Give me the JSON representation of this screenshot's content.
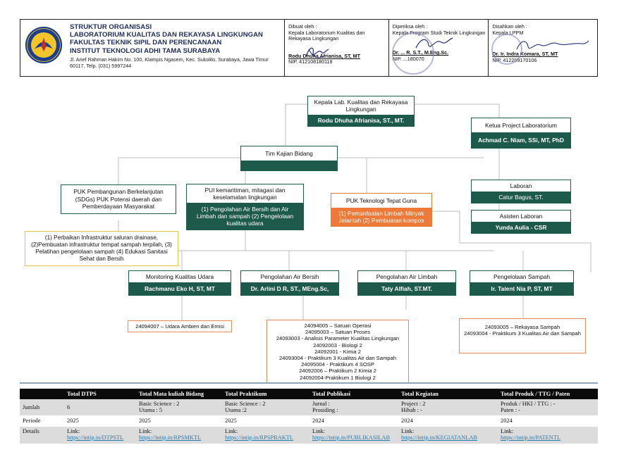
{
  "header": {
    "title_lines": [
      "STRUKTUR ORGANISASI",
      "LABORATORIUM KUALITAS DAN REKAYASA LINGKUNGAN",
      "FAKULTAS TEKNIK SIPIL DAN PERENCANAAN",
      "INSTITUT TEKNOLOGI ADHI TAMA SURABAYA"
    ],
    "address": "Jl. Arief Rahman Hakim No. 100, Klampis Ngasem, Kec. Sukolilo, Surabaya, Jawa Timur 60117, Telp. (031) 5997244",
    "logo_text": "INSTITUT TEKNOLOGI ADHI TAMA SURABAYA",
    "made_by": {
      "label": "Dibuat oleh :",
      "role": "Kepala Laboratorium Kualitas dan Rekayasa Lingkungan",
      "name": "Rodu Dhuha Afrianisa, ST, MT",
      "nip": "NIP. 412108180118"
    },
    "checked_by": {
      "label": "Diperiksa oleh :",
      "role": "Kepala Program Studi Teknik Lingkungan",
      "name": "Dr. ... R. S.T., M.Eng.Sc.",
      "nip": "NIP. ...180070"
    },
    "approved_by": {
      "label": "Disahkan oleh :",
      "role": "Kepala LPPM",
      "name": "Dr. Ir. Indra Komara, ST, MT",
      "nip": "NIP. 412209170106"
    }
  },
  "org": {
    "head": {
      "title": "Kepala Lab. Kualitas dan Rekayasa Lingkungan",
      "name": "Rodu Dhuha Afrianisa, ST., MT."
    },
    "project": {
      "title": "Ketua Project Laboratorium",
      "name": "Achmad C. Niam, SSi, MT, PhD"
    },
    "kajian": {
      "title": "Tim Kajian Bidang"
    },
    "laboran": {
      "title": "Laboran",
      "name": "Catur Bagus, ST."
    },
    "asisten": {
      "title": "Asisten Laboran",
      "name": "Yunda Aulia - CSR"
    },
    "puk_sdg": {
      "title": "PUK Pembangunan Berkelanjutan (SDGs) PUK Potensi daerah dan Pemberdayaan Masyarakat"
    },
    "pui": {
      "title": "PUI kemaritiman, mitagasi dan keselamatan lingkungan",
      "detail": "(1) Pengolahan Air Bersih dan Air Limbah dan sampah (2) Pengelolaan kualitas udara"
    },
    "puk_ttg": {
      "title": "PUK Teknologi Tepat Guna",
      "detail": "(1) Pemanfaatan Limbah Minyak Jelantah (2) Pembuatan kompos"
    },
    "sdg_note": "(1) Perbaikan Infrastruktur saluran drainase, (2)Pembuatan infrastruktur tempat sampah terpilah, (3) Pelatihan pengelolaan sampah (4) Edukasi Sanitasi Sehat dan Bersih",
    "units": [
      {
        "title": "Monitoring Kualitas Udara",
        "name": "Rachmanu Eko H, ST, MT"
      },
      {
        "title": "Pengolahan Air Bersih",
        "name": "Dr. Arlini D R, ST., MEng.Sc,"
      },
      {
        "title": "Pengolahan Air Limbah",
        "name": "Taty Alfiah, ST.MT."
      },
      {
        "title": "Pengelolaan Sampah",
        "name": "Ir. Talent Nia P, ST, MT"
      }
    ],
    "courses_udara": "24094007 – Udara Ambien dan Emisi",
    "courses_air": [
      "24094005 – Satuan Operasi",
      "24095003 – Satuan Proses",
      "24093003 - Analisis Parameter Kualitas Lingkungan",
      "24092003 - Biologi 2",
      "24092001 - Kimia 2",
      "24093004 - Praktikum 3 Kualitas Air dan Sampah",
      "24095004 - Praktikum 4 SOSP",
      "24092006 – Praktikum 2 Kimia 2",
      "24092004-Praktikum 1 Biologi 2"
    ],
    "courses_sampah": [
      "24093005 – Rekayasa Sampah",
      "24093004 - Praktikum 3 Kualitas Air dan Sampah"
    ]
  },
  "summary": {
    "headers": [
      "",
      "Total DTPS",
      "Total Mata kuliah Bidang",
      "Total Praktikum",
      "Total Publikasi",
      "Total Kegiatan",
      "Total Produk / TTG / Paten"
    ],
    "jumlah": [
      "Jumlah",
      "6",
      "Basic Science : 2\nUtama : 5",
      "Basic Science : 2\nUtama :2",
      "Jurnal :\nProsiding :",
      "Project : 2\nHibah : -",
      "Produk / HKI / TTG : -\nPaten : -"
    ],
    "periode": [
      "Periode",
      "2025",
      "2025",
      "2025",
      "2024",
      "2024",
      "2024"
    ],
    "details_label": "Details",
    "link_prefix": "Link:",
    "links": [
      "https://intip.in/DTPSTL",
      "https://intip.in/RPSMKTL",
      "https://intip.in/RPSPRAKTL",
      "https://intip.in/PUBLIKASILAB",
      "https://intip.in/KEGIATANLAB",
      "https://intip.in/PATENTL"
    ]
  },
  "colors": {
    "box_fill": "#1e5a4b",
    "orange": "#ee7a3a",
    "title_blue": "#1f2d5c",
    "link": "#2a7ab0"
  }
}
